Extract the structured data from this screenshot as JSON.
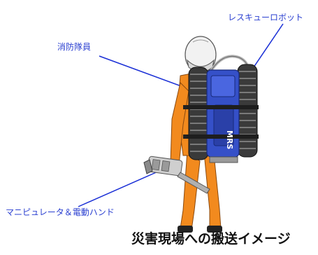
{
  "labels": {
    "firefighter": "消防隊員",
    "rescue_robot": "レスキューロボット",
    "manipulator": "マニピュレータ＆電動ハンド"
  },
  "robot_badge": "MRS",
  "caption": "災害現場への搬送イメージ",
  "colors": {
    "label_text": "#2a3fd0",
    "leader_line": "#1a2fd6",
    "suit": "#f28a1e",
    "robot_body": "#3550c8",
    "track": "#3a3a3a"
  },
  "icons": [
    "firefighter-figure",
    "helmet-icon",
    "rescue-robot-backpack",
    "manipulator-arm"
  ]
}
